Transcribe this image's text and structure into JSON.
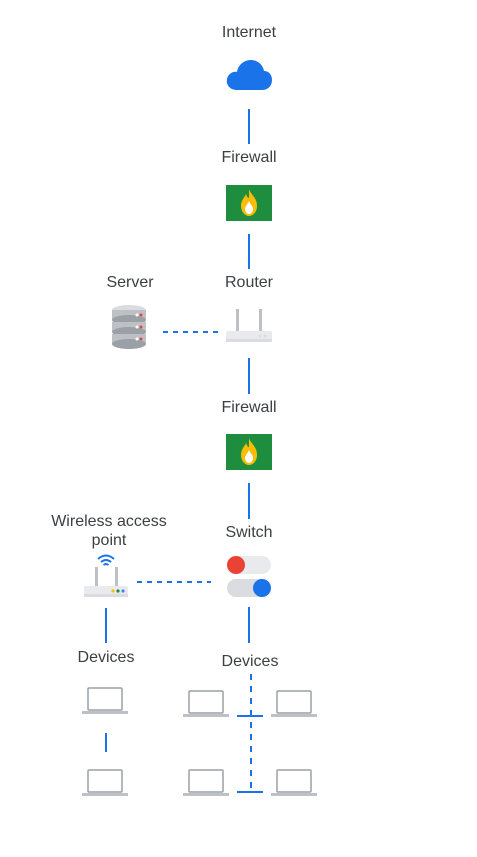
{
  "labels": {
    "internet": "Internet",
    "firewall_top": "Firewall",
    "server": "Server",
    "router": "Router",
    "firewall_bottom": "Firewall",
    "wireless_ap": "Wireless access point",
    "switch": "Switch",
    "devices_wireless": "Devices",
    "devices_switch": "Devices"
  },
  "colors": {
    "line": "#1a73e8",
    "cloud": "#1a73e8",
    "firewall_bg": "#1e8e3e",
    "flame": "#fbbc04",
    "toggle_red": "#ea4335",
    "toggle_blue": "#1a73e8",
    "device_gray": "#9aa0a6"
  },
  "icons": {
    "internet": "cloud-icon",
    "firewall": "firewall-flame-icon",
    "server": "server-stack-icon",
    "router": "router-icon",
    "switch": "switch-toggle-icon",
    "wireless_ap": "wifi-router-icon",
    "device": "laptop-icon"
  }
}
